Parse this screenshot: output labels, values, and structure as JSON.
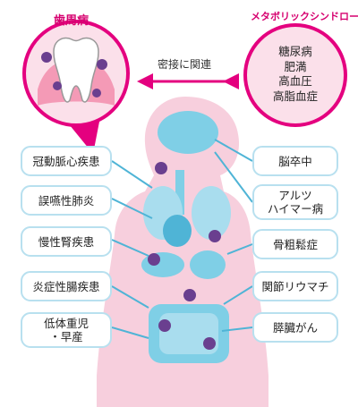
{
  "periodontal": {
    "title": "歯周病"
  },
  "metabolic": {
    "title": "メタボリックシンドローム",
    "items": [
      "糖尿病",
      "肥満",
      "高血圧",
      "高脂血症"
    ]
  },
  "relation_label": "密接に関連",
  "left_diseases": [
    "冠動脈心疾患",
    "誤嚥性肺炎",
    "慢性腎疾患",
    "炎症性腸疾患",
    "低体重児\n・早産"
  ],
  "right_diseases": [
    "脳卒中",
    "アルツ\nハイマー病",
    "骨粗鬆症",
    "関節リウマチ",
    "膵臓がん"
  ],
  "colors": {
    "magenta": "#e4007f",
    "pink_circle": "#f6c4d9",
    "body_pink": "#f7cfdd",
    "organ_blue": "#7fcfe6",
    "box_border": "#b8e0ef",
    "germ_purple": "#6a3f8f"
  }
}
